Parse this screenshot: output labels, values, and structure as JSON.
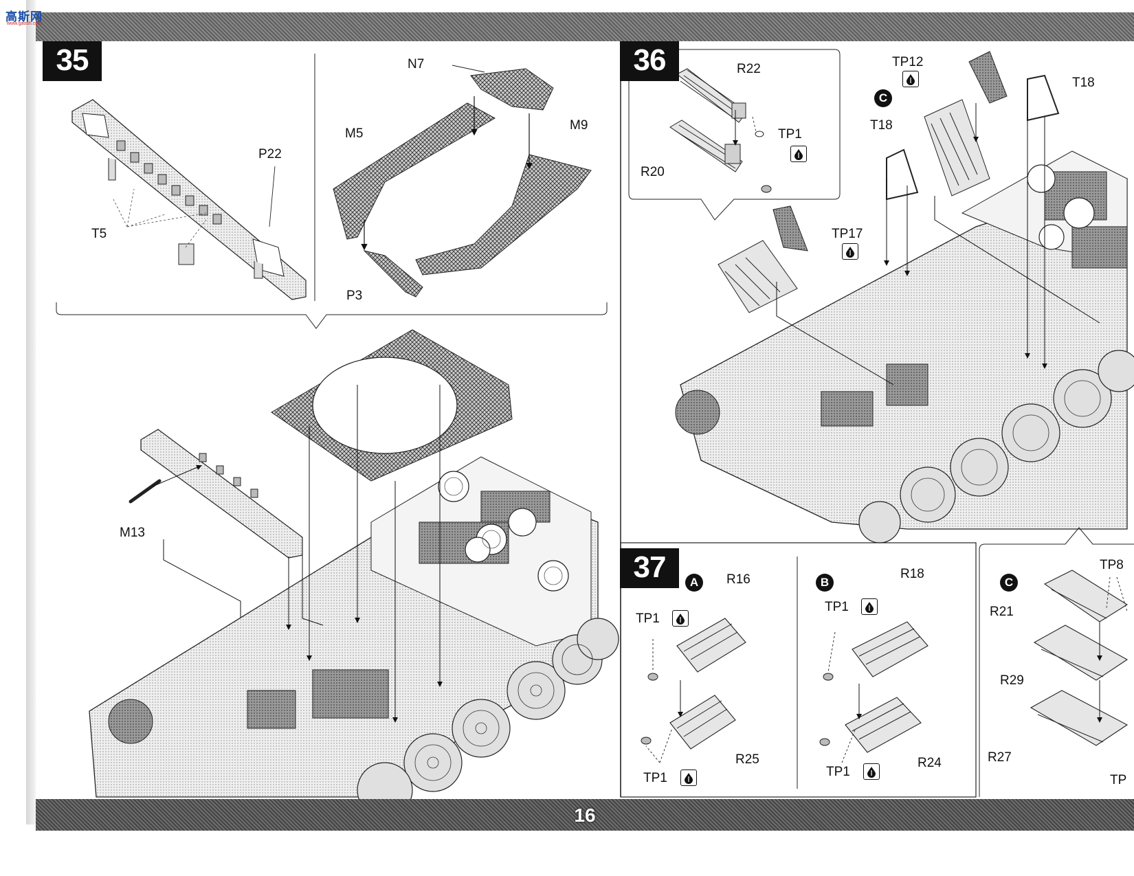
{
  "logo": {
    "text": "高斯网",
    "sub": "www.gaosh.com"
  },
  "page_number": "16",
  "steps": {
    "s35": {
      "number": "35",
      "labels": {
        "p22": "P22",
        "t5": "T5",
        "n7": "N7",
        "m5": "M5",
        "m9": "M9",
        "p3": "P3",
        "m13": "M13"
      }
    },
    "s36": {
      "number": "36",
      "labels": {
        "r22": "R22",
        "tp1": "TP1",
        "r20": "R20",
        "tp12": "TP12",
        "c": "C",
        "t18a": "T18",
        "t18b": "T18",
        "tp17": "TP17"
      }
    },
    "s37": {
      "number": "37",
      "a": {
        "marker": "A",
        "r16": "R16",
        "tp1_top": "TP1",
        "tp1_bottom": "TP1",
        "r25": "R25"
      },
      "b": {
        "marker": "B",
        "r18": "R18",
        "tp1_top": "TP1",
        "tp1_bottom": "TP1",
        "r24": "R24"
      },
      "c": {
        "marker": "C",
        "tp8": "TP8",
        "r21": "R21",
        "r29": "R29",
        "r27": "R27",
        "tp_cut": "TP"
      }
    }
  },
  "icons": {
    "cement": "glue-drop-icon",
    "step_marker": "circle-letter-icon"
  }
}
